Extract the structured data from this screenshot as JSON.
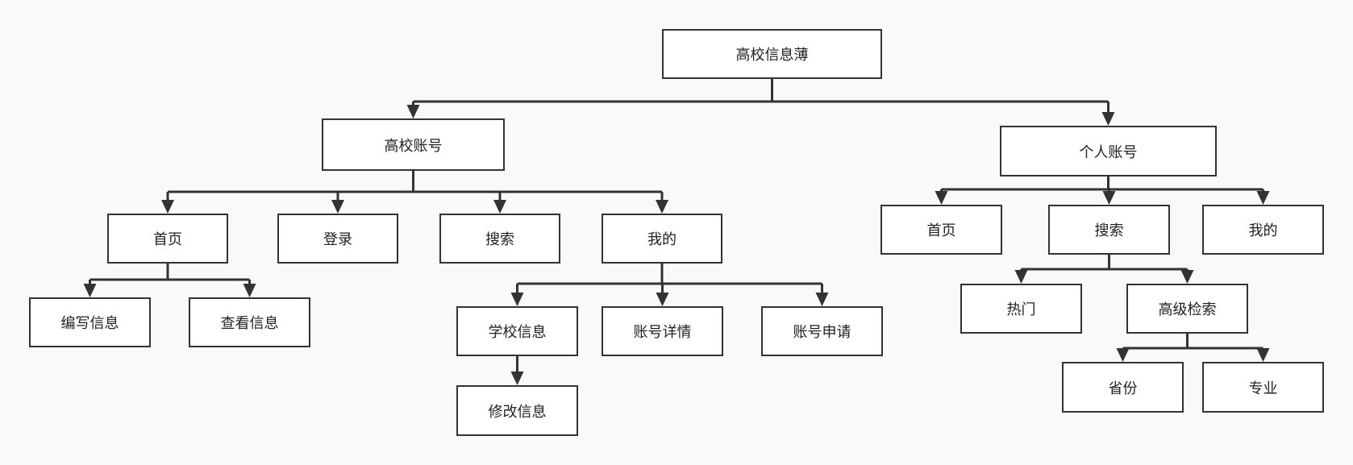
{
  "diagram": {
    "colors": {
      "line": "#333333",
      "box_fill": "#ffffff",
      "background": "#f9f9f9",
      "text": "#222222"
    },
    "nodes": {
      "root": "高校信息薄",
      "school_account": "高校账号",
      "personal_account": "个人账号",
      "school_home": "首页",
      "school_login": "登录",
      "school_search": "搜索",
      "school_mine": "我的",
      "school_write_info": "编写信息",
      "school_view_info": "查看信息",
      "school_info": "学校信息",
      "school_account_detail": "账号详情",
      "school_account_apply": "账号申请",
      "school_edit_info": "修改信息",
      "personal_home": "首页",
      "personal_search": "搜索",
      "personal_mine": "我的",
      "personal_hot": "热门",
      "personal_adv_search": "高级检索",
      "personal_province": "省份",
      "personal_major": "专业"
    }
  }
}
